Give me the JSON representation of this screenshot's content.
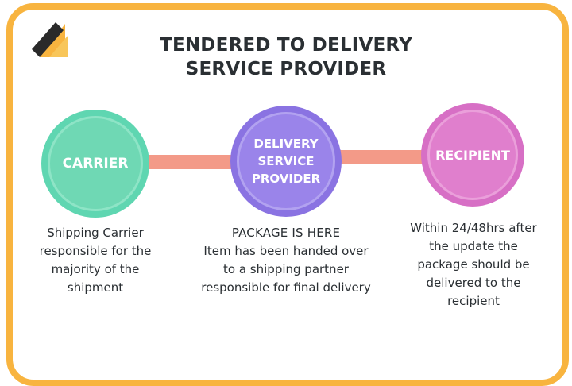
{
  "title": {
    "line1": "TENDERED TO DELIVERY",
    "line2": "SERVICE PROVIDER"
  },
  "colors": {
    "frame": "#f8b43f",
    "connector": "#f39a88",
    "carrier": "#6fd8b4",
    "delivery_service_provider": "#9a84ea",
    "recipient": "#e07fcd",
    "text": "#2a2f33"
  },
  "stages": {
    "carrier": {
      "label": "CARRIER",
      "description": "Shipping Carrier responsible for the majority of the shipment"
    },
    "delivery_service_provider": {
      "label_line1": "DELIVERY",
      "label_line2": "SERVICE",
      "label_line3": "PROVIDER",
      "heading": "PACKAGE IS HERE",
      "description": "Item has been handed over to a shipping partner responsible for final delivery"
    },
    "recipient": {
      "label": "RECIPIENT",
      "description": "Within 24/48hrs after the update the package should be delivered to the recipient"
    }
  }
}
